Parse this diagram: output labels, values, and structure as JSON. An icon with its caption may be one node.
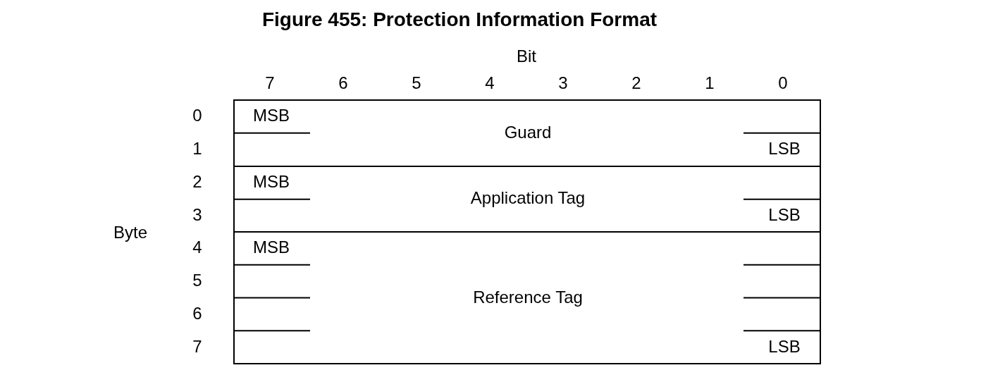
{
  "diagram": {
    "title": "Figure 455: Protection Information Format",
    "nodes": [
      {
        "text": [
          "MSB",
          "Guard",
          "LSB"
        ]
      },
      {
        "text": [
          "MSB",
          "Application Tag",
          "LSB"
        ]
      },
      {
        "text": [
          "MSB",
          "Reference Tag",
          "LSB"
        ]
      }
    ],
    "labels": [
      "Bit",
      "7",
      "6",
      "5",
      "4",
      "3",
      "2",
      "1",
      "0",
      "Byte",
      "0",
      "1",
      "2",
      "3",
      "4",
      "5",
      "6",
      "7"
    ]
  }
}
